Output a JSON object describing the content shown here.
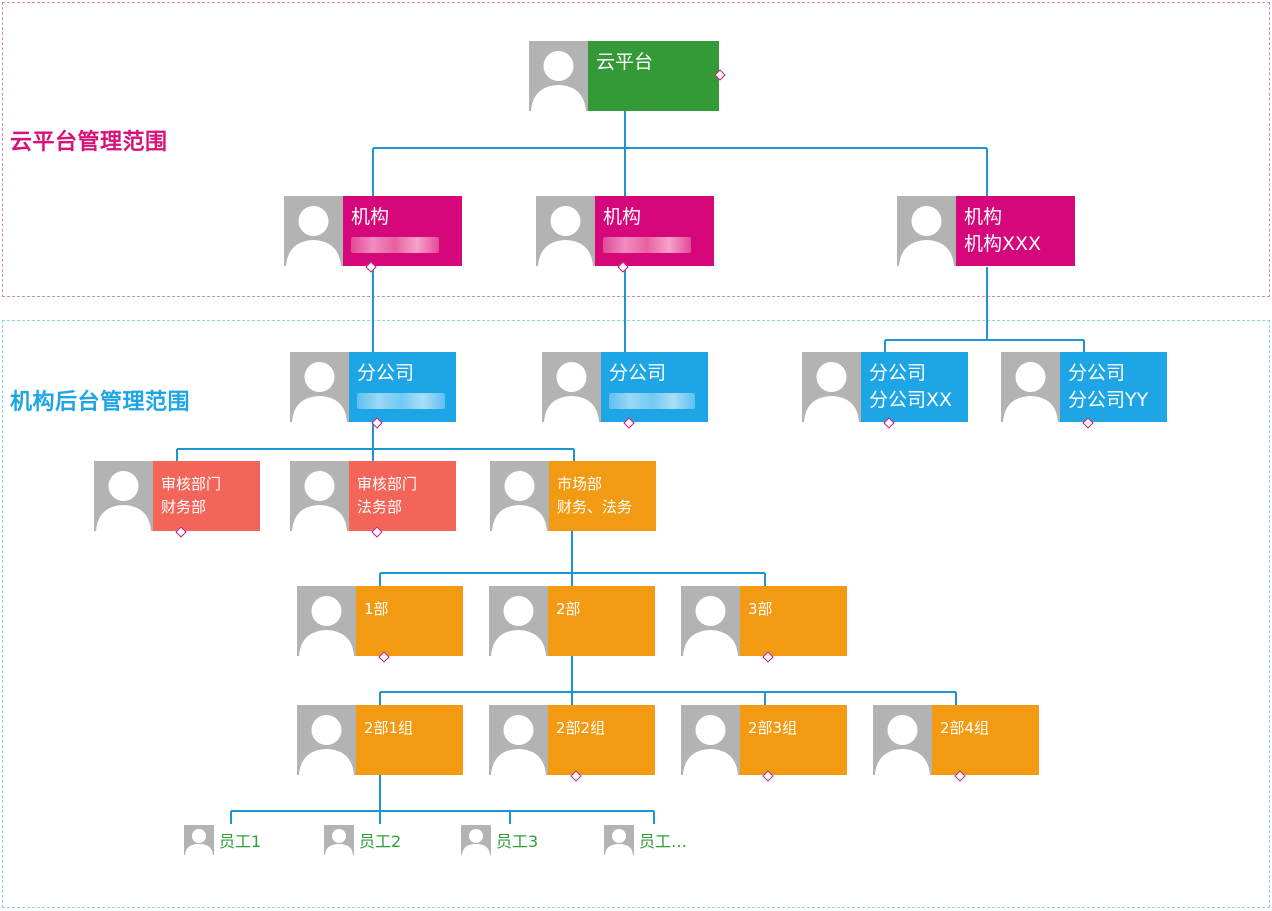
{
  "zones": {
    "cloud": {
      "label": "云平台管理范围",
      "color": "#d6137a"
    },
    "org": {
      "label": "机构后台管理范围",
      "color": "#1ea5e6"
    }
  },
  "colors": {
    "root": "#349a37",
    "institution": "#d6077a",
    "branch": "#1ea5e6",
    "audit": "#f26558",
    "market": "#f29a11",
    "connector": "#1e95d2",
    "employee_text": "#2f9e3a",
    "avatar_bg": "#b3b3b3"
  },
  "nodes": {
    "root": {
      "t1": "云平台",
      "t2": ""
    },
    "inst_a": {
      "t1": "机构",
      "t2": ""
    },
    "inst_b": {
      "t1": "机构",
      "t2": ""
    },
    "inst_c": {
      "t1": "机构",
      "t2": "机构XXX"
    },
    "branch_a": {
      "t1": "分公司",
      "t2": ""
    },
    "branch_b": {
      "t1": "分公司",
      "t2": ""
    },
    "branch_c": {
      "t1": "分公司",
      "t2": "分公司XX"
    },
    "branch_d": {
      "t1": "分公司",
      "t2": "分公司YY"
    },
    "dept_finance": {
      "t1": "审核部门",
      "t2": "财务部"
    },
    "dept_legal": {
      "t1": "审核部门",
      "t2": "法务部"
    },
    "dept_market": {
      "t1": "市场部",
      "t2": "财务、法务"
    },
    "div_1": {
      "t1": "1部"
    },
    "div_2": {
      "t1": "2部"
    },
    "div_3": {
      "t1": "3部"
    },
    "grp_1": {
      "t1": "2部1组"
    },
    "grp_2": {
      "t1": "2部2组"
    },
    "grp_3": {
      "t1": "2部3组"
    },
    "grp_4": {
      "t1": "2部4组"
    }
  },
  "employees": [
    "员工1",
    "员工2",
    "员工3",
    "员工…"
  ]
}
